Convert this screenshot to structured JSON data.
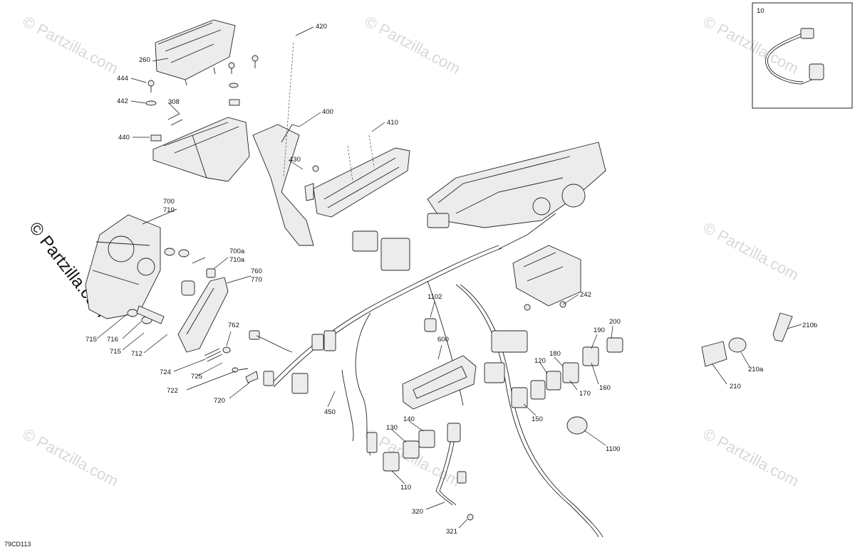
{
  "diagram_code": "79CD113",
  "watermark": "© Partzilla.com",
  "inset": {
    "label": "10"
  },
  "callouts": [
    {
      "id": "c-420",
      "label": "420"
    },
    {
      "id": "c-260",
      "label": "260"
    },
    {
      "id": "c-444",
      "label": "444"
    },
    {
      "id": "c-442",
      "label": "442"
    },
    {
      "id": "c-308",
      "label": "308"
    },
    {
      "id": "c-440",
      "label": "440"
    },
    {
      "id": "c-400",
      "label": "400"
    },
    {
      "id": "c-410",
      "label": "410"
    },
    {
      "id": "c-430",
      "label": "430"
    },
    {
      "id": "c-700",
      "label": "700"
    },
    {
      "id": "c-710",
      "label": "710"
    },
    {
      "id": "c-700a",
      "label": "700a"
    },
    {
      "id": "c-710a",
      "label": "710a"
    },
    {
      "id": "c-760",
      "label": "760"
    },
    {
      "id": "c-770",
      "label": "770"
    },
    {
      "id": "c-715a",
      "label": "715"
    },
    {
      "id": "c-716",
      "label": "716"
    },
    {
      "id": "c-715b",
      "label": "715"
    },
    {
      "id": "c-712",
      "label": "712"
    },
    {
      "id": "c-762",
      "label": "762"
    },
    {
      "id": "c-724",
      "label": "724"
    },
    {
      "id": "c-725",
      "label": "725"
    },
    {
      "id": "c-722",
      "label": "722"
    },
    {
      "id": "c-720",
      "label": "720"
    },
    {
      "id": "c-1102",
      "label": "1102"
    },
    {
      "id": "c-600",
      "label": "600"
    },
    {
      "id": "c-242",
      "label": "242"
    },
    {
      "id": "c-450",
      "label": "450"
    },
    {
      "id": "c-200",
      "label": "200"
    },
    {
      "id": "c-190",
      "label": "190"
    },
    {
      "id": "c-180",
      "label": "180"
    },
    {
      "id": "c-120",
      "label": "120"
    },
    {
      "id": "c-170",
      "label": "170"
    },
    {
      "id": "c-160",
      "label": "160"
    },
    {
      "id": "c-150",
      "label": "150"
    },
    {
      "id": "c-140",
      "label": "140"
    },
    {
      "id": "c-130",
      "label": "130"
    },
    {
      "id": "c-110",
      "label": "110"
    },
    {
      "id": "c-1100",
      "label": "1100"
    },
    {
      "id": "c-320",
      "label": "320"
    },
    {
      "id": "c-321",
      "label": "321"
    },
    {
      "id": "c-210b",
      "label": "210b"
    },
    {
      "id": "c-210a",
      "label": "210a"
    },
    {
      "id": "c-210",
      "label": "210"
    }
  ]
}
